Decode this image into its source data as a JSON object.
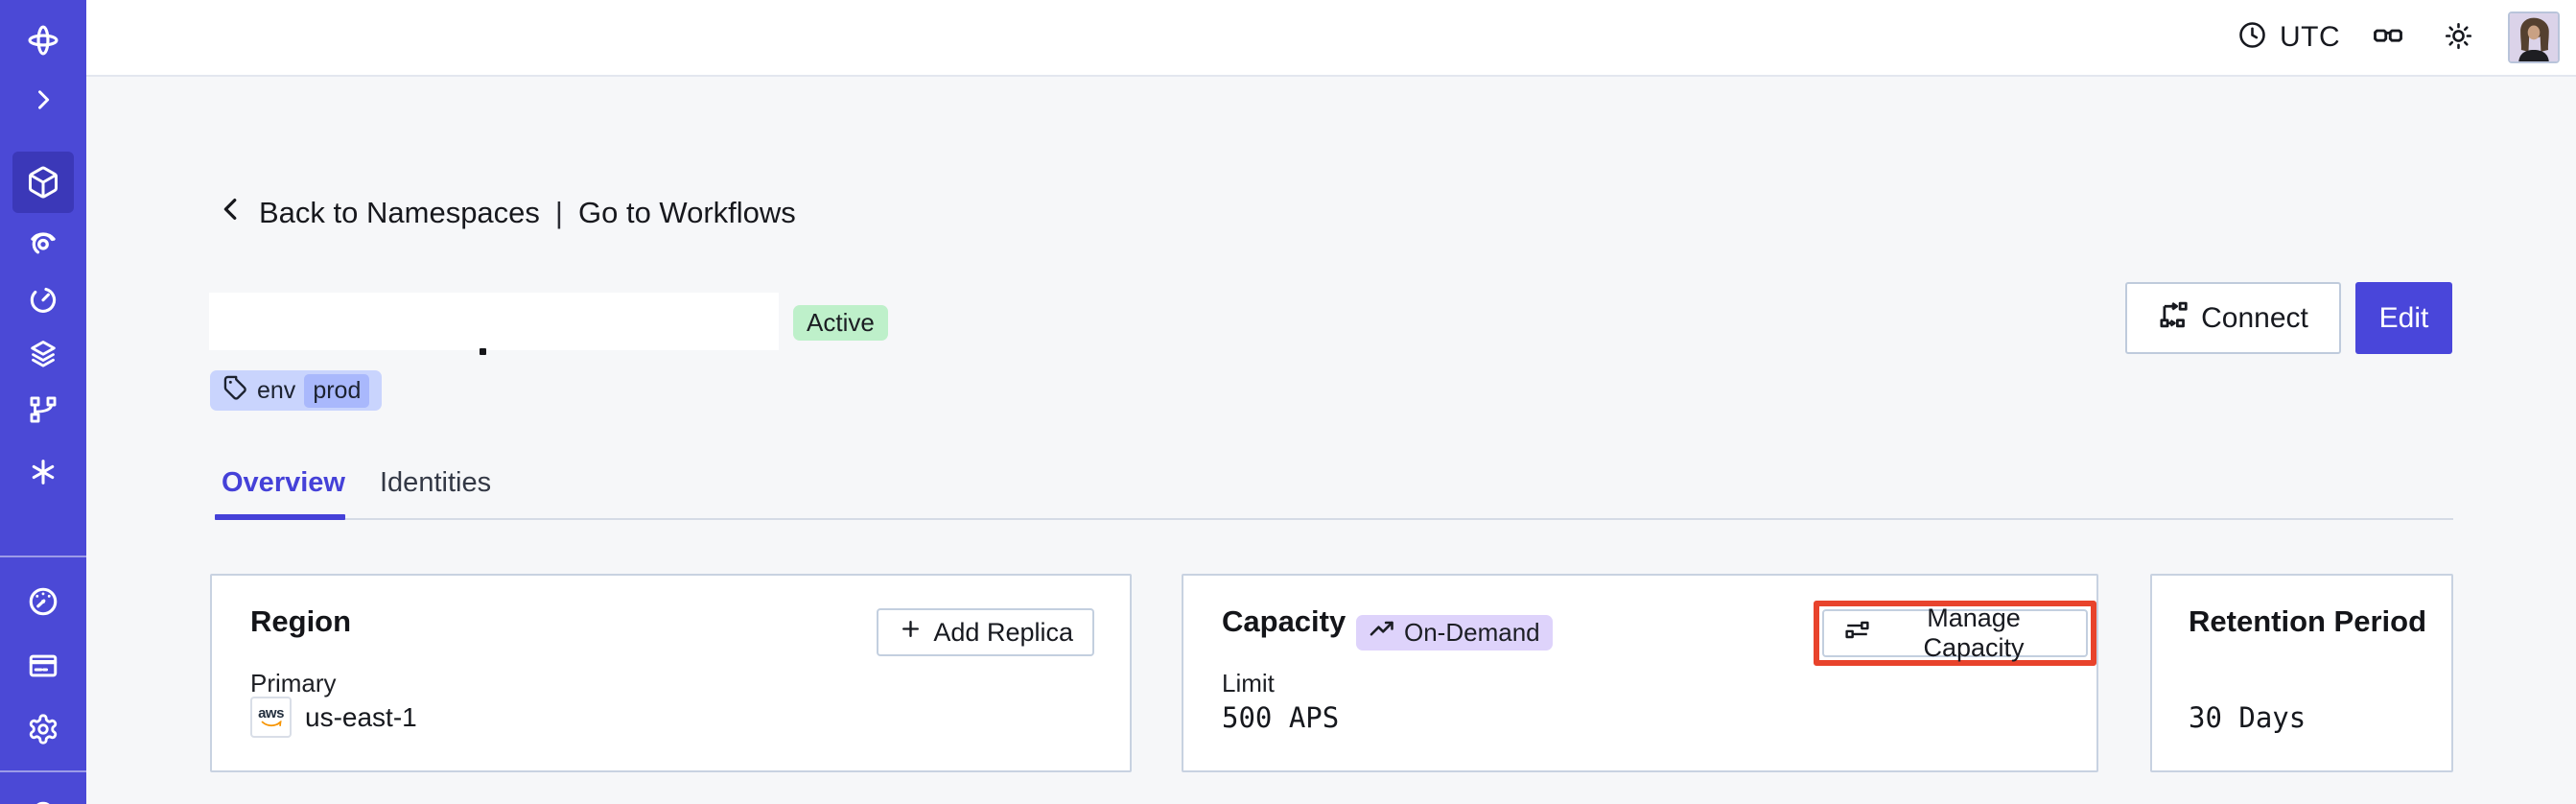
{
  "topbar": {
    "timezone": "UTC",
    "icons": [
      "clock-icon",
      "glasses-icon",
      "sun-icon",
      "avatar"
    ]
  },
  "sidebar": {
    "icons": [
      "temporal-logo",
      "chevron-right-icon",
      "namespaces-cube-icon",
      "workflows-spiral-icon",
      "schedules-timer-icon",
      "deployments-layers-icon",
      "batch-branch-icon",
      "nexus-asterisk-icon",
      "usage-gauge-icon",
      "billing-card-icon",
      "settings-gear-icon",
      "partial-circle-icon"
    ],
    "active_item": "namespaces"
  },
  "breadcrumb": {
    "back_label": "Back to Namespaces",
    "separator": "|",
    "forward_label": "Go to Workflows"
  },
  "header": {
    "status_badge": "Active",
    "tag_key": "env",
    "tag_value": "prod",
    "connect_label": "Connect",
    "edit_label": "Edit"
  },
  "tabs": {
    "overview": "Overview",
    "identities": "Identities",
    "active_tab": "Overview"
  },
  "cards": {
    "region": {
      "title": "Region",
      "add_replica_label": "Add Replica",
      "field_label": "Primary",
      "provider": "aws",
      "value": "us-east-1"
    },
    "capacity": {
      "title": "Capacity",
      "badge_label": "On-Demand",
      "manage_label": "Manage Capacity",
      "field_label": "Limit",
      "value": "500 APS"
    },
    "retention": {
      "title": "Retention Period",
      "value": "30 Days"
    }
  },
  "colors": {
    "sidebar_bg": "#4B49D6",
    "sidebar_active_bg": "#3B38B8",
    "accent_indigo": "#4541D8",
    "edit_button_bg": "#4946DA",
    "active_badge_bg": "#BEF0CA",
    "tag_bg": "#C9D4FD",
    "tag_value_bg": "#A9B8FC",
    "on_demand_badge_bg": "#DED3FB",
    "highlight_red": "#E8432C",
    "card_border": "#C8D2E1",
    "page_bg": "#F6F7F9",
    "aws_smile_orange": "#F79400"
  }
}
